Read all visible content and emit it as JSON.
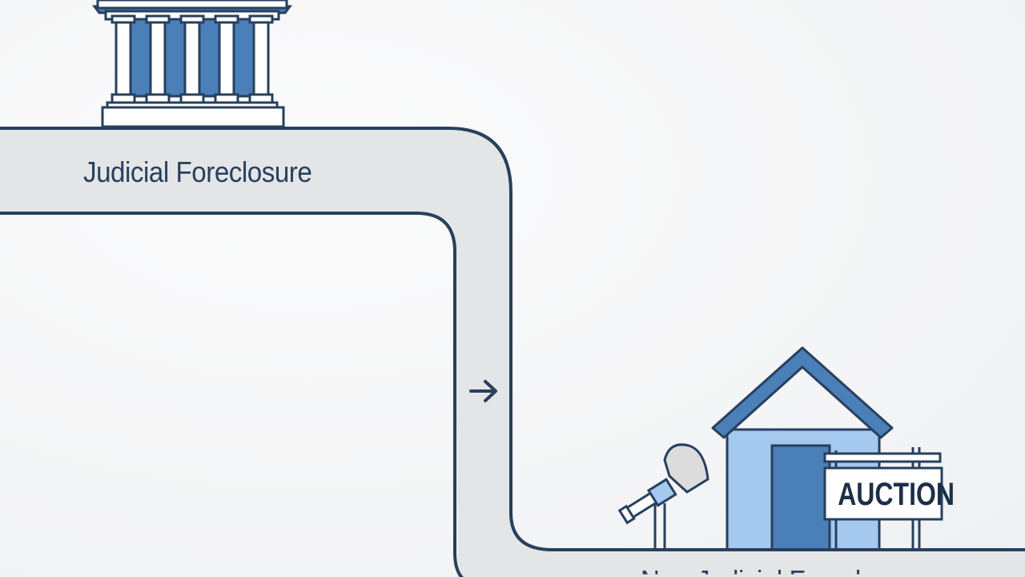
{
  "diagram": {
    "judicial_label": "Judicial Foreclosure",
    "non_judicial_label": "Non-Judicial Foreclosure",
    "auction_sign": "AUCTION",
    "arrow_direction": "right"
  },
  "colors": {
    "outline": "#27405e",
    "path_fill": "#e4e5e7",
    "blue": "#4a7fb8",
    "light_blue": "#a5c8ee",
    "background": "#f6f7f8"
  },
  "icons": [
    "courthouse-icon",
    "house-icon",
    "telescope-icon",
    "auction-sign-icon",
    "arrow-right-icon"
  ]
}
